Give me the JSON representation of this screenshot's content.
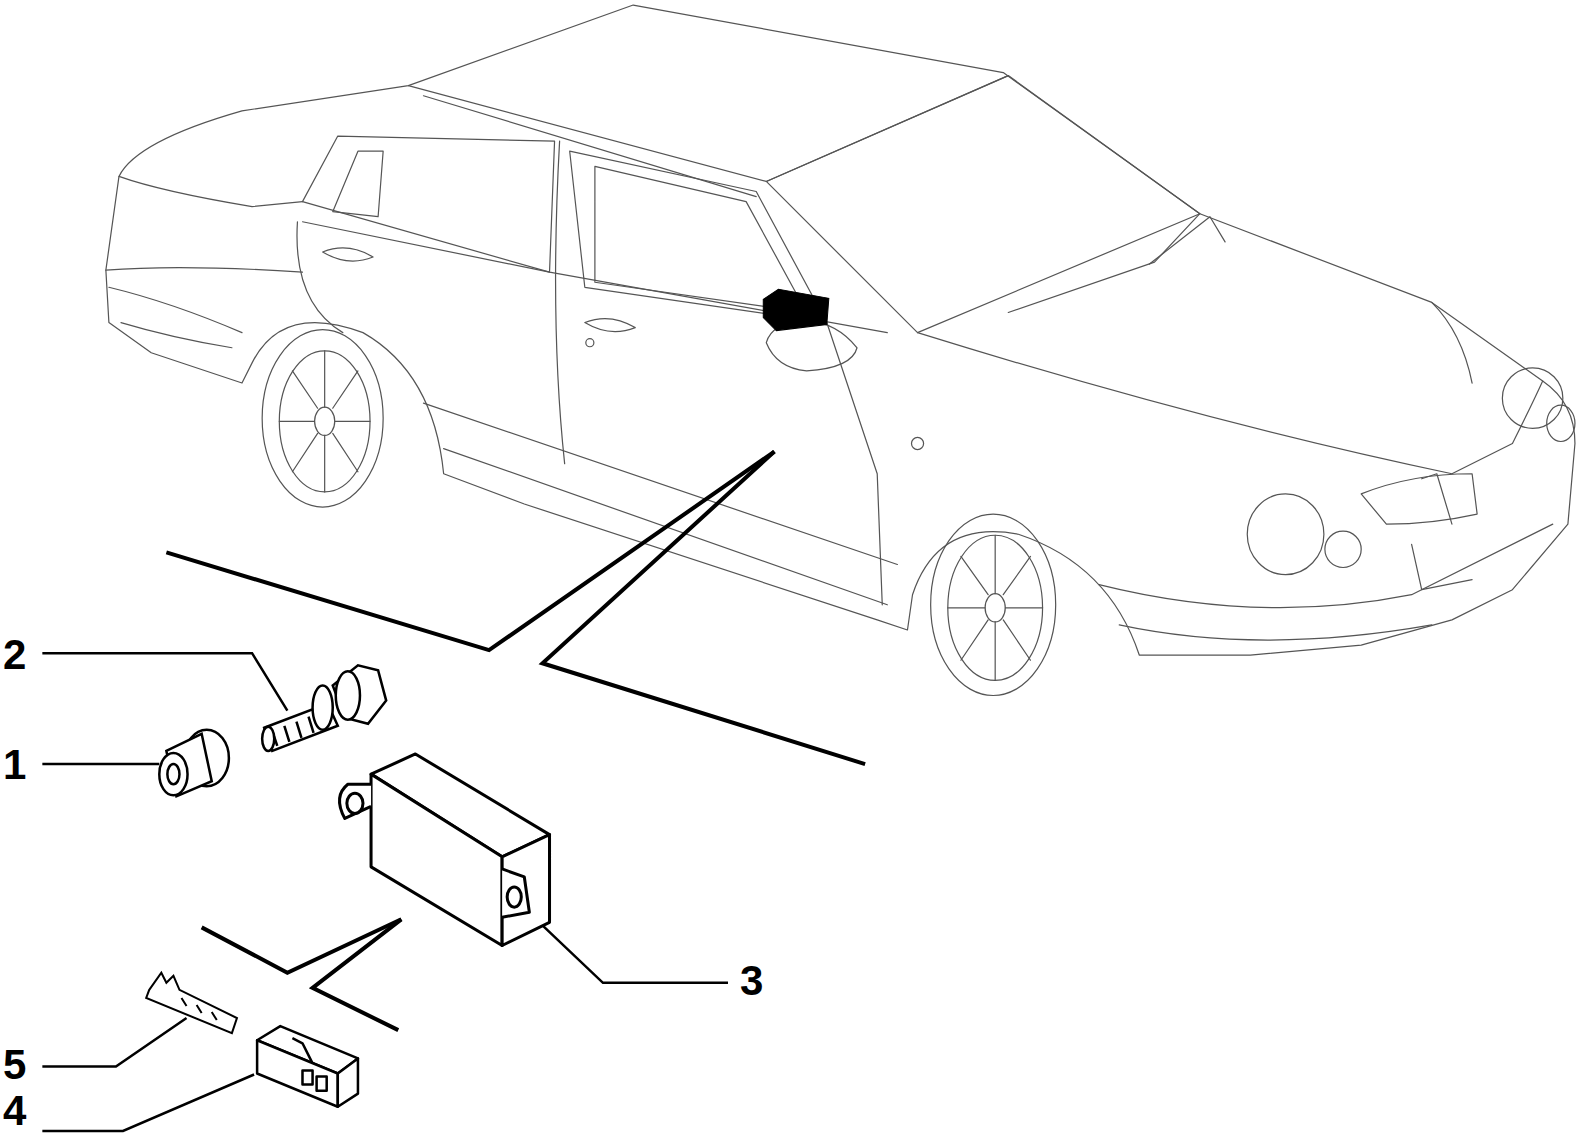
{
  "diagram": {
    "labels": [
      "2",
      "1",
      "3",
      "5",
      "4"
    ]
  }
}
